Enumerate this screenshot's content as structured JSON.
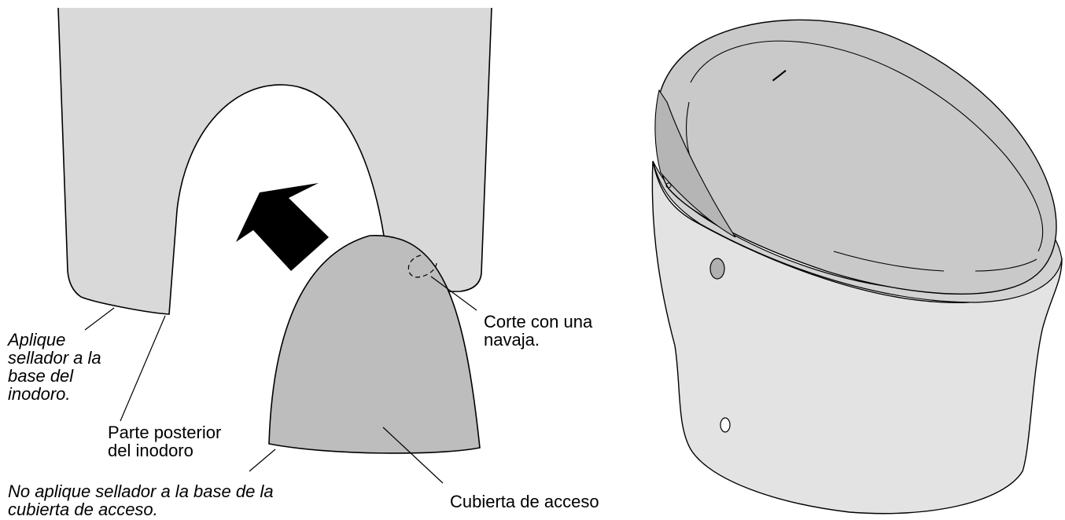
{
  "labels": {
    "apply_sealant": "Aplique\nsellador a la\nbase del\ninodoro.",
    "toilet_back": "Parte posterior\ndel inodoro",
    "no_sealant": "No aplique sellador a la base de la\ncubierta de acceso.",
    "cut_knife": "Corte con una\nnavaja.",
    "access_cover": "Cubierta de acceso"
  },
  "colors": {
    "toilet_body": "#d9d9d9",
    "access_cover": "#bdbdbd",
    "arrow": "#000000",
    "outline": "#000000"
  },
  "icons": {
    "arrow": "up-left-arrow-icon"
  }
}
